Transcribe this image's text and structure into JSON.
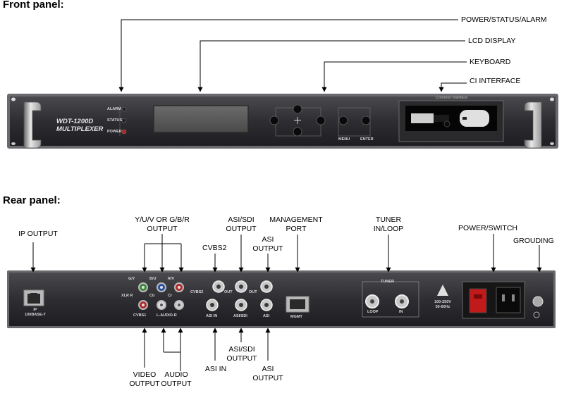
{
  "headings": {
    "front": "Front panel:",
    "rear": "Rear panel:"
  },
  "front_callouts": {
    "power": "POWER/STATUS/ALARM",
    "lcd": "LCD DISPLAY",
    "keyboard": "KEYBOARD",
    "ci": "CI INTERFACE"
  },
  "front_device": {
    "model": "WDT-1200D",
    "type": "MULTIPLEXER",
    "led_labels": [
      "ALARM",
      "STATUS",
      "POWER"
    ],
    "ci_label": "Common Interface",
    "key_labels": [
      "MENU",
      "ENTER"
    ]
  },
  "rear_callouts": {
    "ip_output": "IP OUTPUT",
    "yuv_output_1": "Y/U/V OR G/B/R",
    "yuv_output_2": "OUTPUT",
    "cvbs2": "CVBS2",
    "asi_sdi_top_1": "ASI/SDI",
    "asi_sdi_top_2": "OUTPUT",
    "asi_top_1": "ASI",
    "asi_top_2": "OUTPUT",
    "mgmt_1": "MANAGEMENT",
    "mgmt_2": "PORT",
    "tuner_1": "TUNER",
    "tuner_2": "IN/LOOP",
    "power_switch": "POWER/SWITCH",
    "grounding": "GROUDING",
    "video_1": "VIDEO",
    "video_2": "OUTPUT",
    "audio_1": "AUDIO",
    "audio_2": "OUTPUT",
    "asi_in": "ASI IN",
    "asi_sdi_bot_1": "ASI/SDI",
    "asi_sdi_bot_2": "OUTPUT",
    "asi_bot_1": "ASI",
    "asi_bot_2": "OUTPUT"
  },
  "rear_device": {
    "ip_1": "IP",
    "ip_2": "100BASE-T",
    "gy": "G/Y",
    "bu": "B/U",
    "rv": "R/V",
    "xlr_r": "XLR R",
    "cb": "Cb",
    "cr": "Cr",
    "cvbs1": "CVBS1",
    "l_audio_r": "L-AUDIO-R",
    "cvbs2": "CVBS2",
    "out_1": "OUT",
    "out_2": "OUT",
    "asi_in": "ASI IN",
    "asi_sdi": "ASI/SDI",
    "asi": "ASI",
    "mgmt": "MGMT",
    "tuner": "TUNER",
    "loop": "LOOP",
    "in": "IN",
    "volt": "100-250V",
    "hz": "50-60Hz"
  }
}
